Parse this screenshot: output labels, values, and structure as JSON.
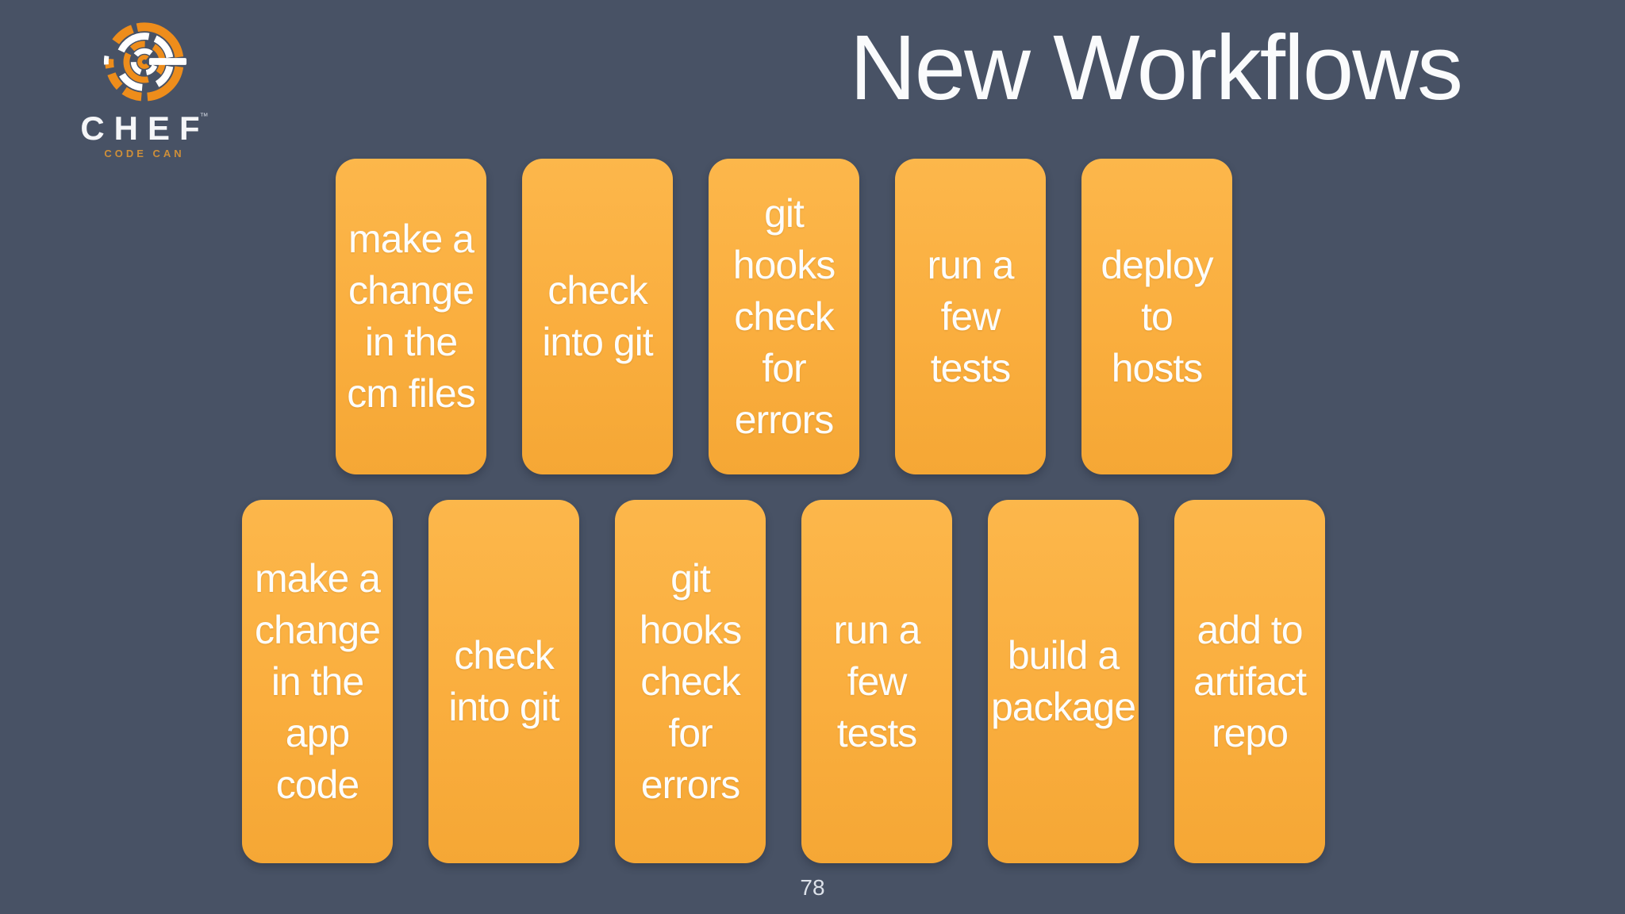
{
  "slide": {
    "title": "New Workflows",
    "page_number": "78",
    "colors": {
      "background": "#485265",
      "box": "#FAAE3E",
      "box_top": "#FCB74B",
      "box_text": "#FDFDFC",
      "title_text": "#FAFBFC",
      "page_number": "#DDE2EA",
      "logo_orange": "#EE8D1B",
      "logo_tagline": "#CE8F39"
    }
  },
  "logo": {
    "icon": "chef-rings-icon",
    "wordmark": "CHEF",
    "trademark": "™",
    "tagline": "CODE CAN"
  },
  "rows": [
    {
      "name": "cm-change-workflow",
      "boxes": [
        {
          "label": "make a change in the cm files",
          "lines": [
            "make a",
            "change",
            "in the",
            "cm files"
          ]
        },
        {
          "label": "check into git",
          "lines": [
            "check",
            "into git"
          ]
        },
        {
          "label": "git hooks check for errors",
          "lines": [
            "git",
            "hooks",
            "check",
            "for",
            "errors"
          ]
        },
        {
          "label": "run a few tests",
          "lines": [
            "run a",
            "few",
            "tests"
          ]
        },
        {
          "label": "deploy to hosts",
          "lines": [
            "deploy",
            "to",
            "hosts"
          ]
        }
      ]
    },
    {
      "name": "app-change-workflow",
      "boxes": [
        {
          "label": "make a change in the app code",
          "lines": [
            "make a",
            "change",
            "in the",
            "app",
            "code"
          ]
        },
        {
          "label": "check into git",
          "lines": [
            "check",
            "into git"
          ]
        },
        {
          "label": "git hooks check for errors",
          "lines": [
            "git",
            "hooks",
            "check",
            "for",
            "errors"
          ]
        },
        {
          "label": "run a few tests",
          "lines": [
            "run a",
            "few",
            "tests"
          ]
        },
        {
          "label": "build a package",
          "lines": [
            "build a",
            "package"
          ]
        },
        {
          "label": "add to artifact repo",
          "lines": [
            "add to",
            "artifact",
            "repo"
          ]
        }
      ]
    }
  ]
}
